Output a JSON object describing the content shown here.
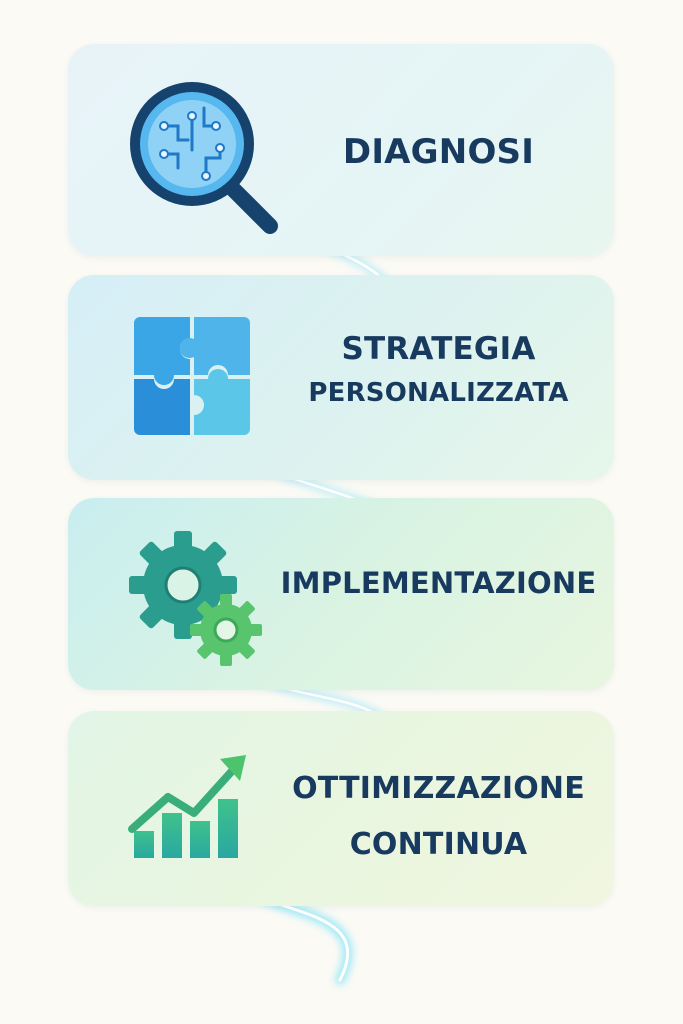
{
  "steps": [
    {
      "line1": "DIAGNOSI",
      "line2": "",
      "icon": "magnifier-circuit-icon"
    },
    {
      "line1": "STRATEGIA",
      "line2": "PERSONALIZZATA",
      "icon": "puzzle-icon"
    },
    {
      "line1": "IMPLEMENTAZIONE",
      "line2": "",
      "icon": "gears-icon"
    },
    {
      "line1": "OTTIMIZZAZIONE",
      "line2": "CONTINUA",
      "icon": "growth-chart-icon"
    }
  ],
  "colors": {
    "text": "#173a5e",
    "blue": "#3a9fe0",
    "dark_blue": "#16426e",
    "teal": "#2a9d8f",
    "green": "#5fcf7a"
  }
}
